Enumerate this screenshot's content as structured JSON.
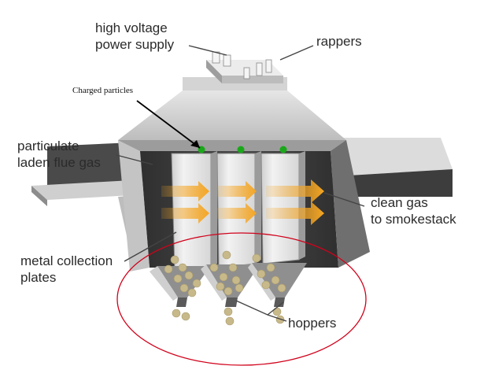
{
  "labels": {
    "power_supply_line1": "high voltage",
    "power_supply_line2": "power supply",
    "rappers": "rappers",
    "charged_particles": "Charged particles",
    "flue_gas_line1": "particulate",
    "flue_gas_line2": "laden flue gas",
    "clean_gas_line1": "clean gas",
    "clean_gas_line2": "to smokestack",
    "plates_line1": "metal collection",
    "plates_line2": "plates",
    "hoppers": "hoppers"
  },
  "colors": {
    "housing_light": "#d9d9d9",
    "housing_mid": "#a9a9a9",
    "housing_dark": "#555555",
    "interior": "#3a3a3a",
    "plate": "#e8e8e8",
    "arrow": "#f5a623",
    "particle": "#c8b98a",
    "charged_particle": "#1aa81a",
    "highlight_ellipse": "#d0021b"
  }
}
